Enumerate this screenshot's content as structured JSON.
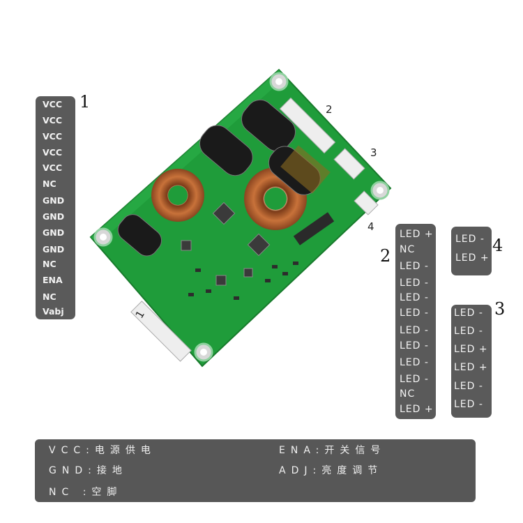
{
  "connectors": {
    "c1": {
      "number": "1",
      "pins": [
        "VCC",
        "VCC",
        "VCC",
        "VCC",
        "VCC",
        "NC",
        "GND",
        "GND",
        "GND",
        "GND",
        "NC",
        "ENA",
        "NC",
        "Vabj"
      ]
    },
    "c2": {
      "number": "2",
      "pins": [
        "LED +",
        "NC",
        "LED -",
        "LED -",
        "LED -",
        "LED -",
        "LED -",
        "LED -",
        "LED -",
        "LED -",
        "NC",
        "LED +"
      ]
    },
    "c3": {
      "number": "3",
      "pins": [
        "LED -",
        "LED -",
        "LED +",
        "LED +",
        "LED -",
        "LED -"
      ]
    },
    "c4": {
      "number": "4",
      "pins": [
        "LED -",
        "LED +"
      ]
    }
  },
  "board_labels": {
    "l1": "1",
    "l2": "2",
    "l3": "3",
    "l4": "4"
  },
  "legend": {
    "vcc": "VCC:电源供电",
    "ena": "ENA:开关信号",
    "gnd": "GND:接地",
    "adj": "ADJ:亮度调节",
    "nc": "NC :空脚"
  },
  "colors": {
    "panel": "#5a5a5a",
    "pcb": "#1e9a3c",
    "text": "#f2f2f2"
  }
}
